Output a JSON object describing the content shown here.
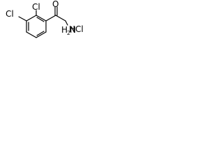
{
  "structure": {
    "atoms": {
      "cl_top": "Cl",
      "cl_left": "Cl",
      "oxygen": "O",
      "amine_n": "N",
      "amine_h2": "2",
      "amine_h": "H",
      "hcl": "HCl"
    },
    "colors": {
      "ink": "#000000",
      "background": "#ffffff"
    }
  }
}
